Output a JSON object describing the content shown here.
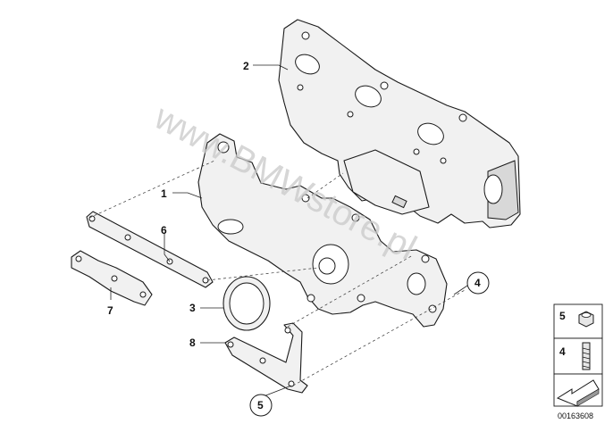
{
  "watermark": "www.BMWstore.pl",
  "callouts": {
    "c1": "1",
    "c2": "2",
    "c3": "3",
    "c4": "4",
    "c5": "5",
    "c6": "6",
    "c7": "7",
    "c8": "8"
  },
  "legend": {
    "item_top": "5",
    "item_bottom": "4"
  },
  "document_number": "00163608"
}
